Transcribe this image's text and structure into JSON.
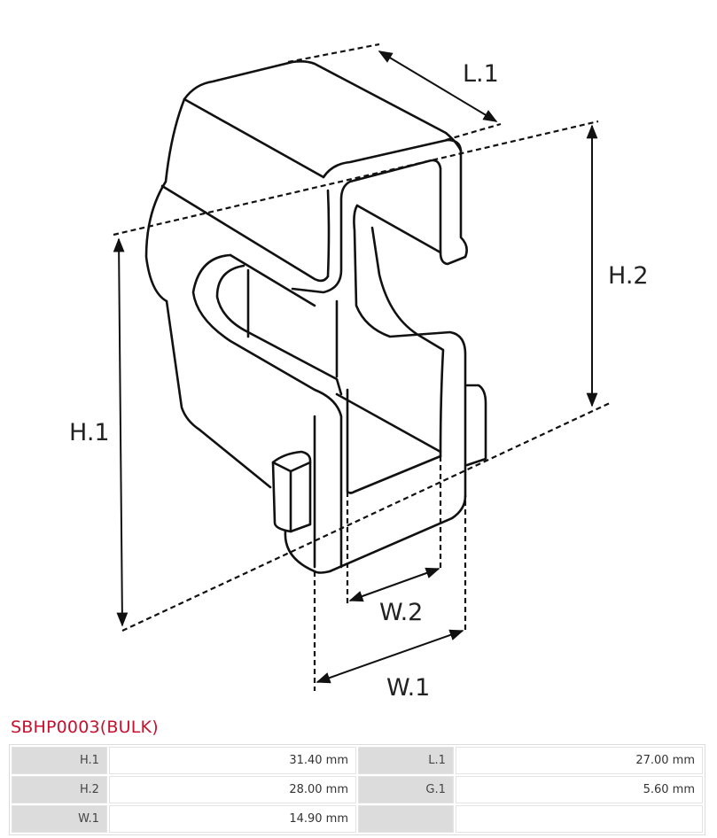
{
  "drawing": {
    "labels": {
      "l1": "L.1",
      "h1": "H.1",
      "h2": "H.2",
      "w1": "W.1",
      "w2": "W.2"
    }
  },
  "product": {
    "title": "SBHP0003(BULK)",
    "title_color": "#c8102e"
  },
  "specs": {
    "rows": [
      {
        "k1": "H.1",
        "v1": "31.40 mm",
        "k2": "L.1",
        "v2": "27.00 mm"
      },
      {
        "k1": "H.2",
        "v1": "28.00 mm",
        "k2": "G.1",
        "v2": "5.60 mm"
      },
      {
        "k1": "W.1",
        "v1": "14.90 mm",
        "k2": "",
        "v2": ""
      }
    ]
  }
}
